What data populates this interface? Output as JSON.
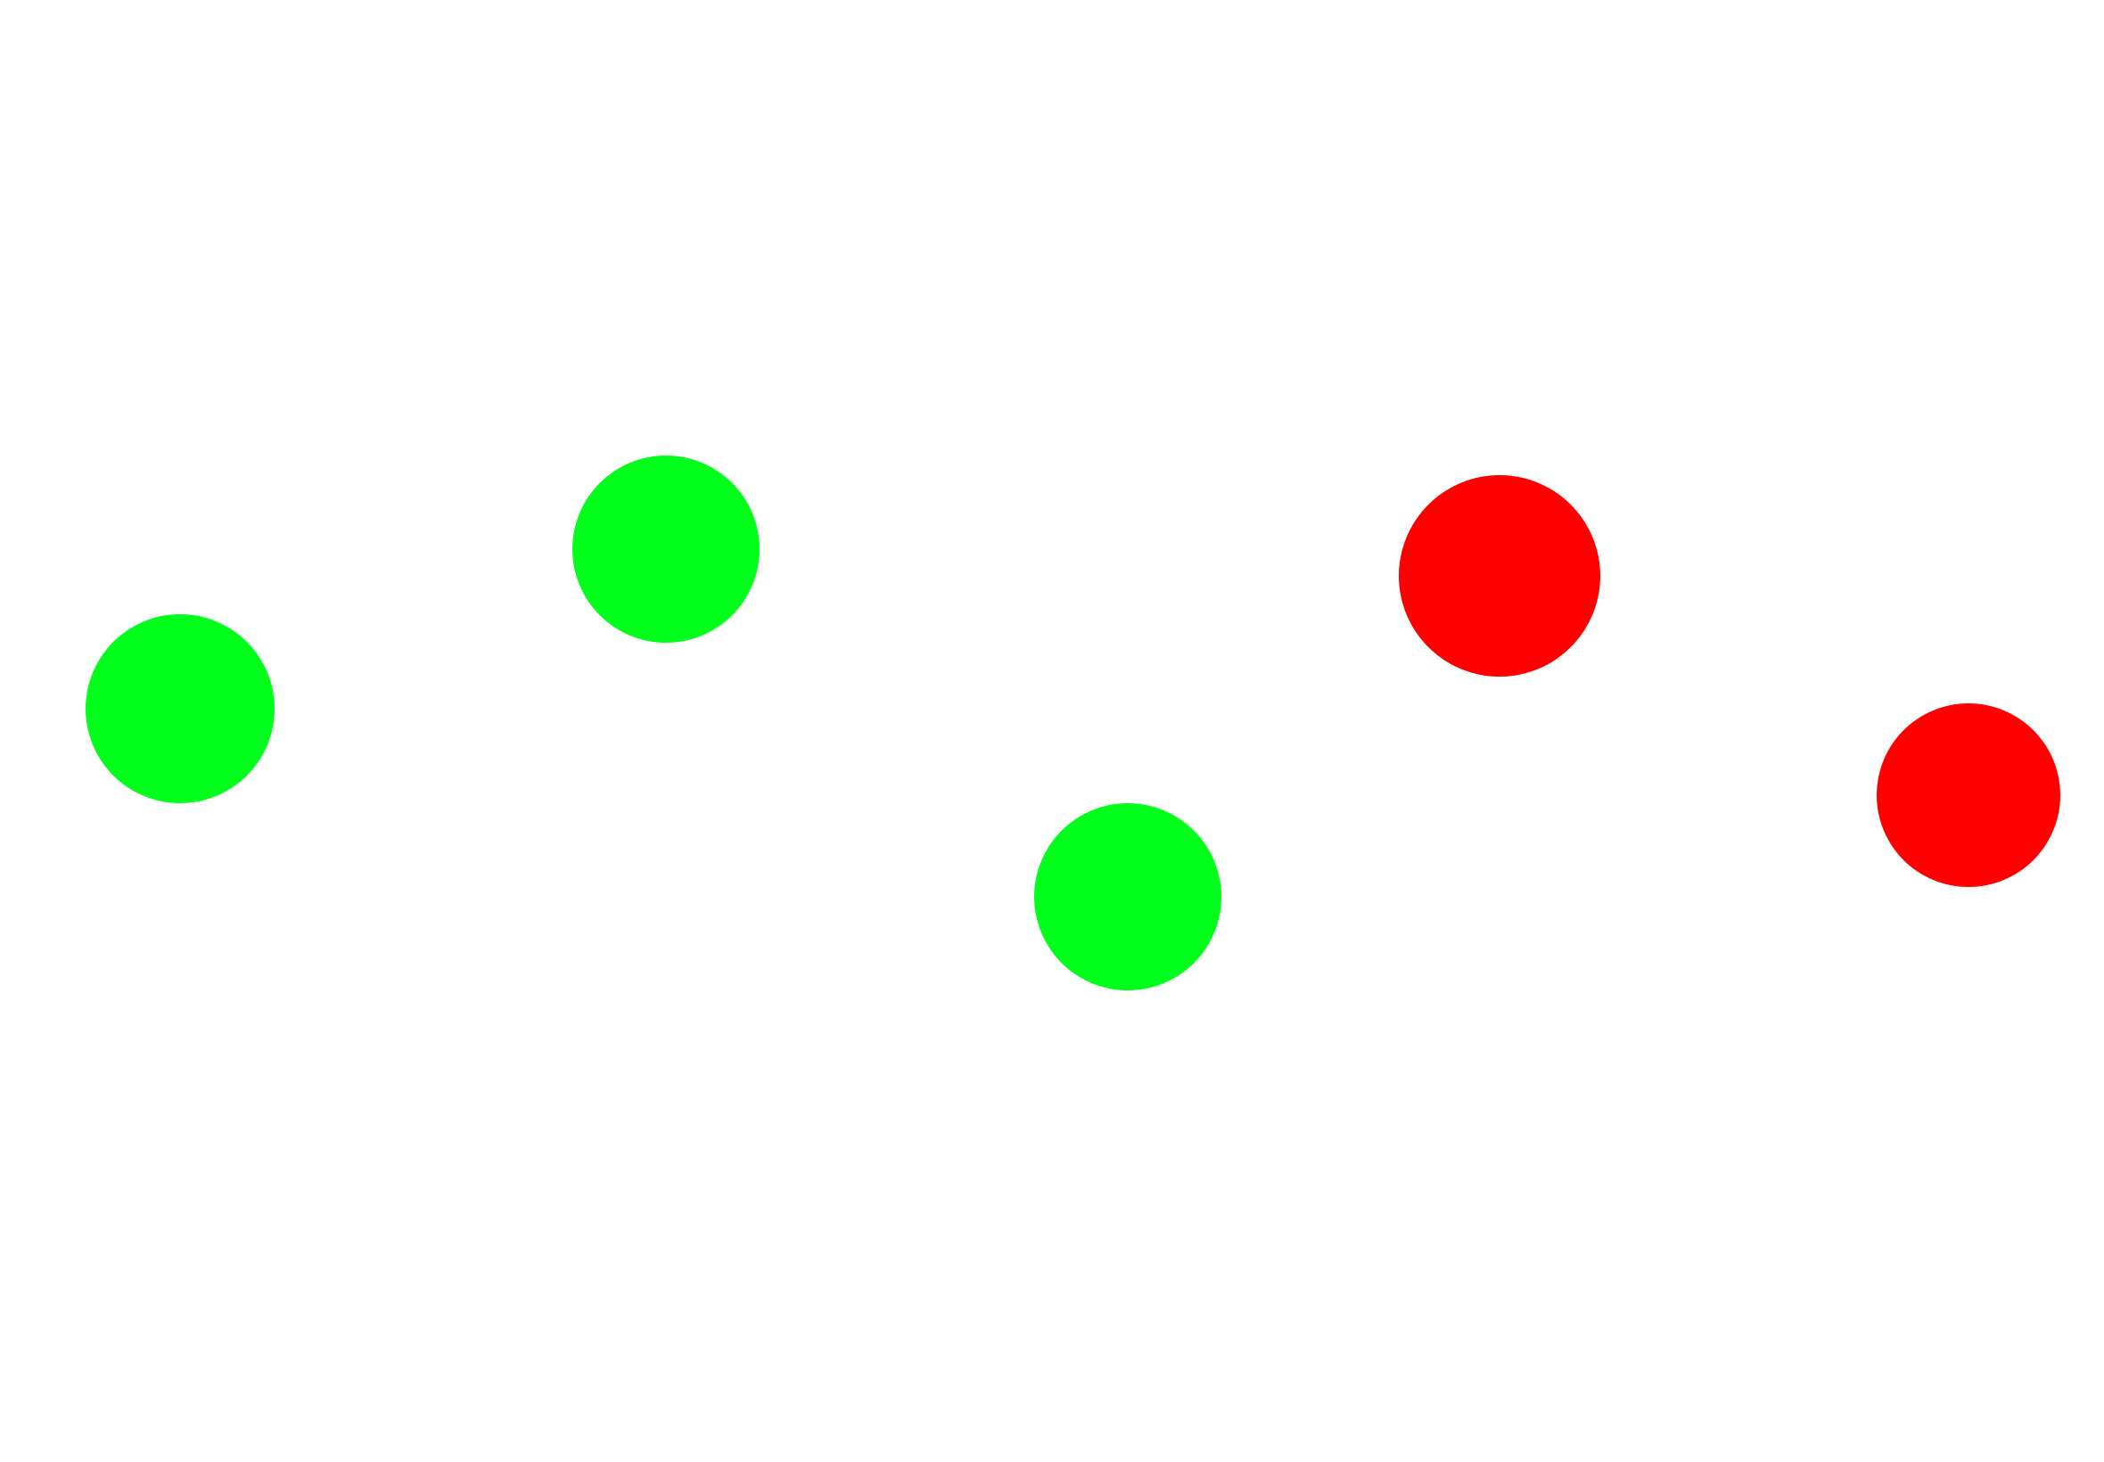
{
  "colors": {
    "background": "#ffffff",
    "green": "#00ff1a",
    "red": "#ff0000"
  },
  "dots": [
    {
      "color": "green"
    },
    {
      "color": "green"
    },
    {
      "color": "green"
    },
    {
      "color": "red"
    },
    {
      "color": "red"
    }
  ]
}
